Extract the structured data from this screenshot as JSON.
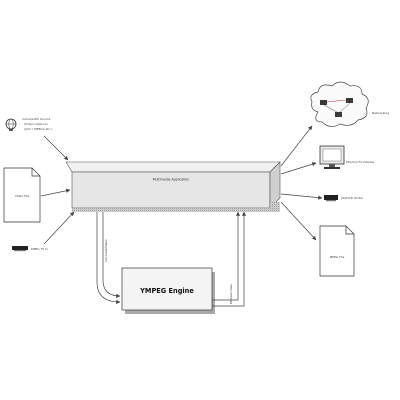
{
  "diagram": {
    "main_box_label": "Multimedia Application",
    "engine_label": "YMPEG Engine",
    "vertical_left_label": "Command/Status",
    "vertical_right_label": "Bitstream Data",
    "inputs": [
      {
        "label": "Camera/DV Source",
        "sublabel": "(Video Capture)",
        "sublabel2": "(AVC / MPEG2 etc.)"
      },
      {
        "label": "Video File"
      },
      {
        "label": "MPEG TS In"
      }
    ],
    "outputs": [
      {
        "label": "Networking"
      },
      {
        "label": "Monitor/TV Display"
      },
      {
        "label": "CD/DVD Writer"
      },
      {
        "label": "MPEG File"
      }
    ],
    "colors": {
      "line": "#444444",
      "box_top": "#f1f1f1",
      "box_fill": "#e6e6e6",
      "box_shadow": "#aaaaaa",
      "engine_fill": "#f4f4f4",
      "cloud_fill": "#fbfbfb",
      "network_accent": "#cc3333"
    },
    "icons": [
      "globe-icon",
      "document-icon",
      "ts-card-icon",
      "cloud-network-icon",
      "monitor-icon",
      "disc-drive-icon",
      "document-icon"
    ]
  }
}
